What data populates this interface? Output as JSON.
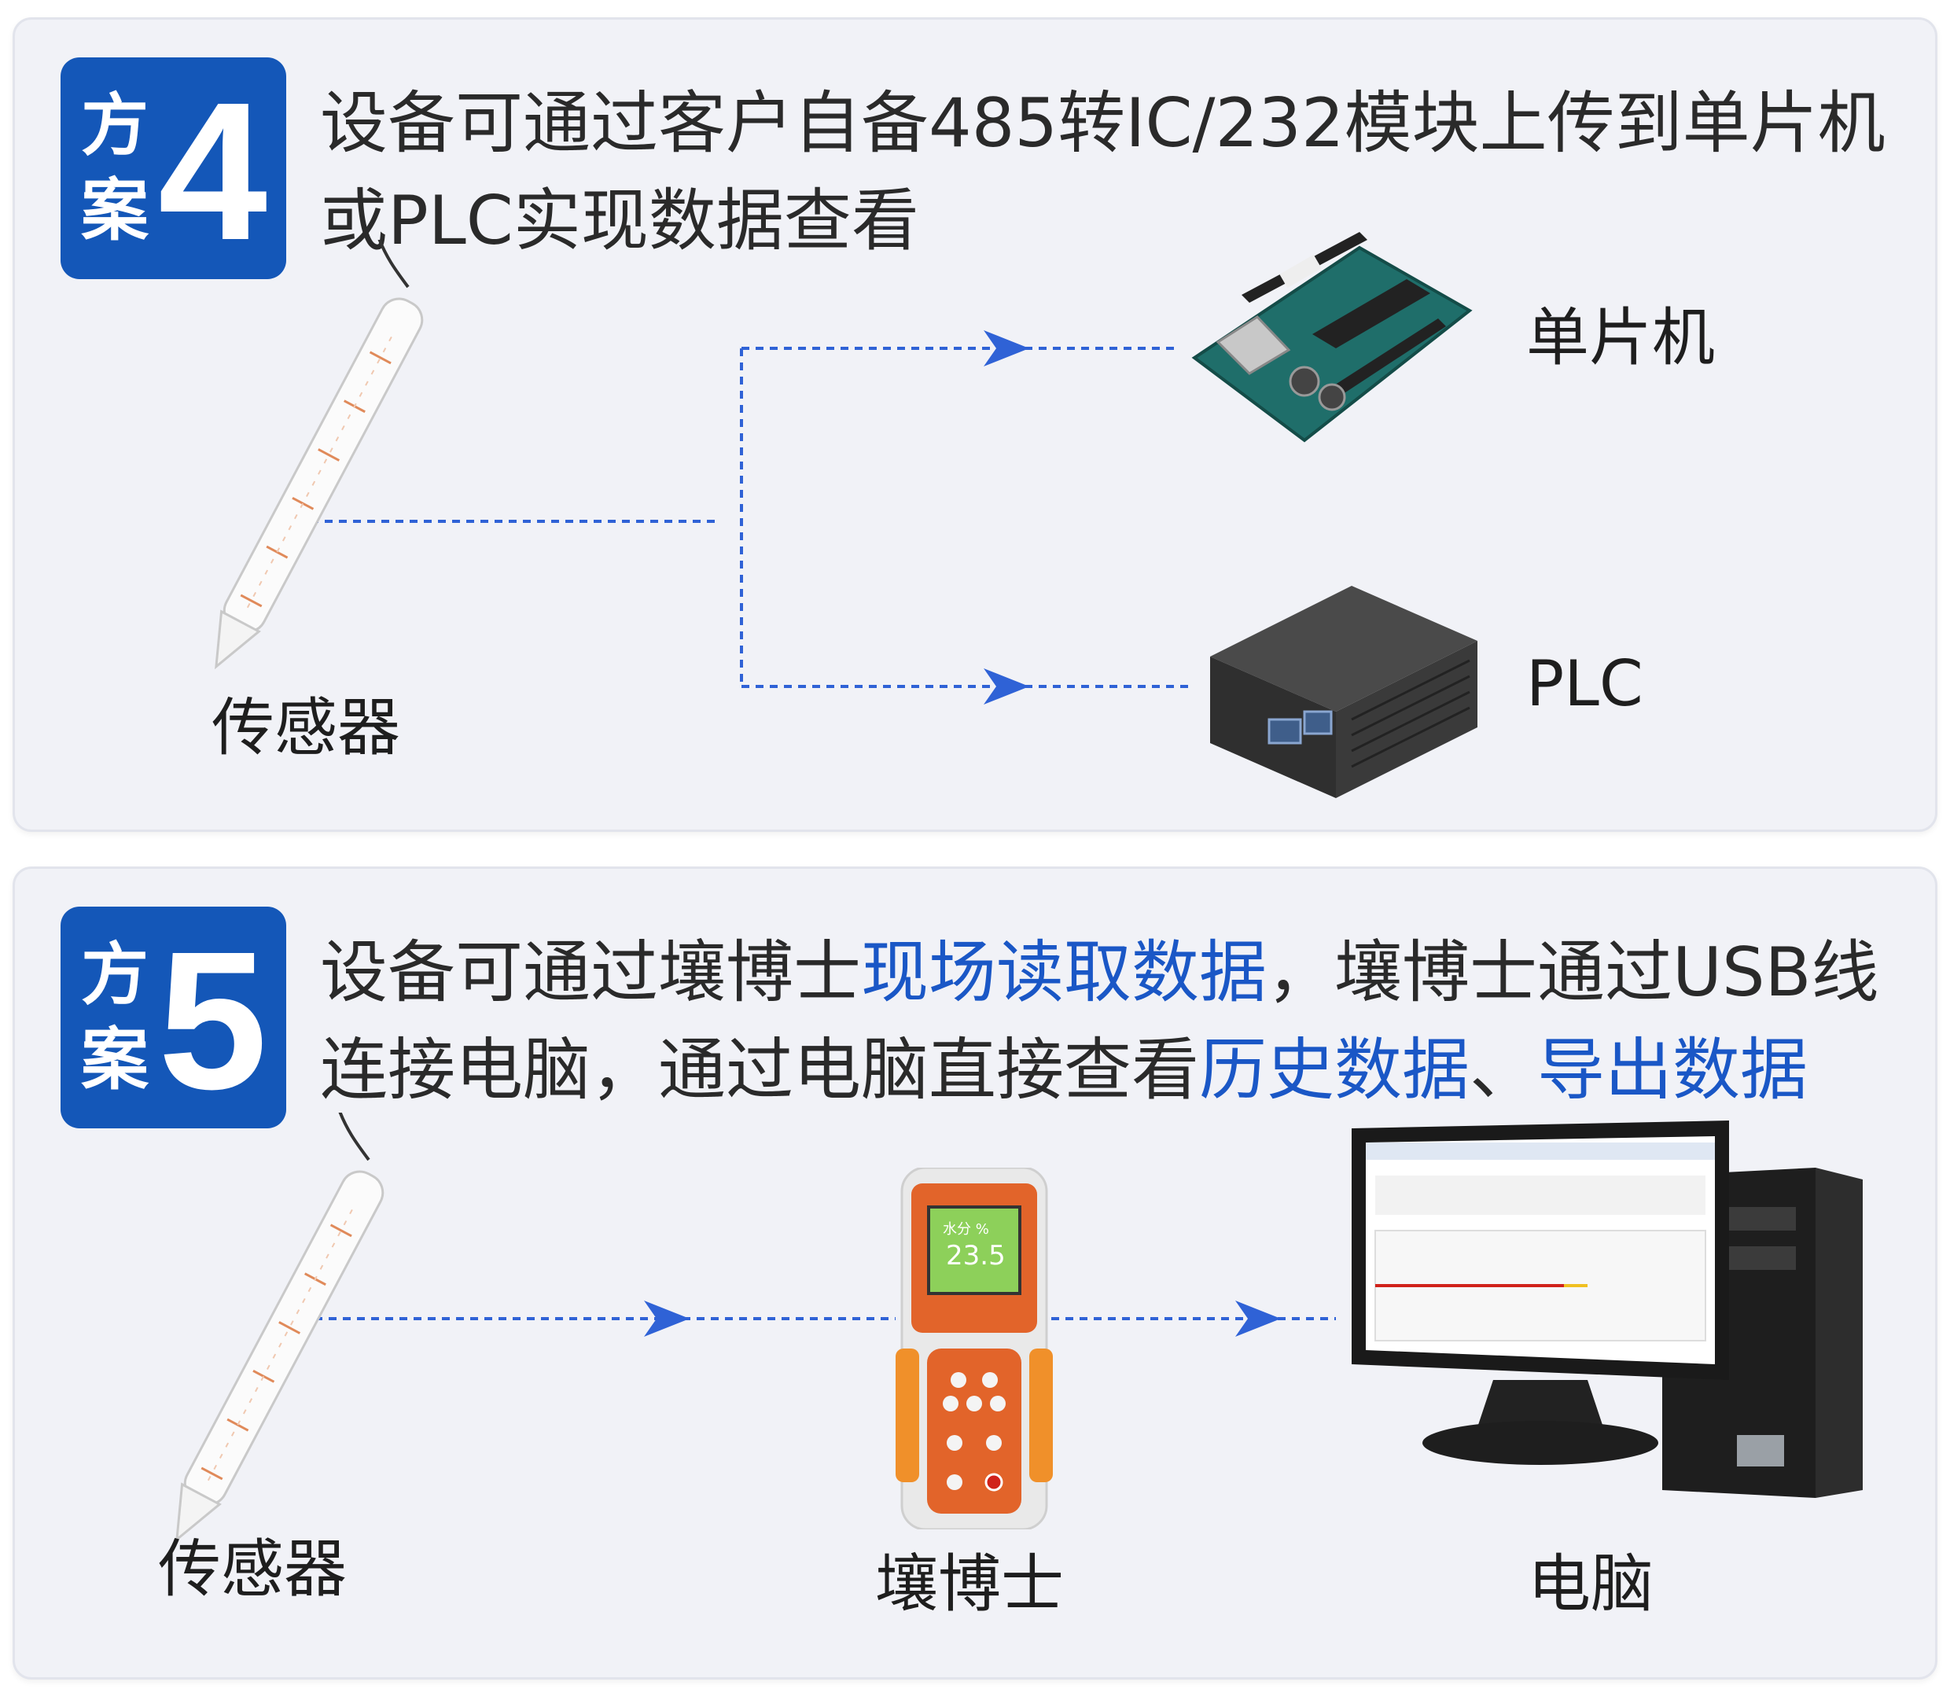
{
  "scheme4": {
    "badge_char1": "方",
    "badge_char2": "案",
    "badge_number": "4",
    "desc_line1": "设备可通过客户自备485转IC/232模块上传到单片机",
    "desc_line2": "或PLC实现数据查看",
    "label_sensor": "传感器",
    "label_mcu": "单片机",
    "label_plc": "PLC"
  },
  "scheme5": {
    "badge_char1": "方",
    "badge_char2": "案",
    "badge_number": "5",
    "desc_line1_a": "设备可通过壤博士",
    "desc_line1_b": "现场读取数据",
    "desc_line1_c": "，壤博士通过USB线",
    "desc_line2_a": "连接电脑，通过电脑直接查看",
    "desc_line2_b": "历史数据",
    "desc_line2_c": "、",
    "desc_line2_d": "导出数据",
    "label_sensor": "传感器",
    "label_handheld": "壤博士",
    "label_pc": "电脑",
    "handheld_reading_label": "水分 %",
    "handheld_reading_value": "23.5"
  },
  "colors": {
    "badge_blue": "#1457b8",
    "highlight_blue": "#1a57c6",
    "connector_blue": "#2f62d6",
    "handheld_orange": "#e2642a"
  },
  "icons": {
    "sensor": "soil-sensor-probe-icon",
    "mcu": "microcontroller-board-icon",
    "plc": "plc-module-icon",
    "handheld": "handheld-meter-icon",
    "pc": "desktop-computer-icon"
  }
}
